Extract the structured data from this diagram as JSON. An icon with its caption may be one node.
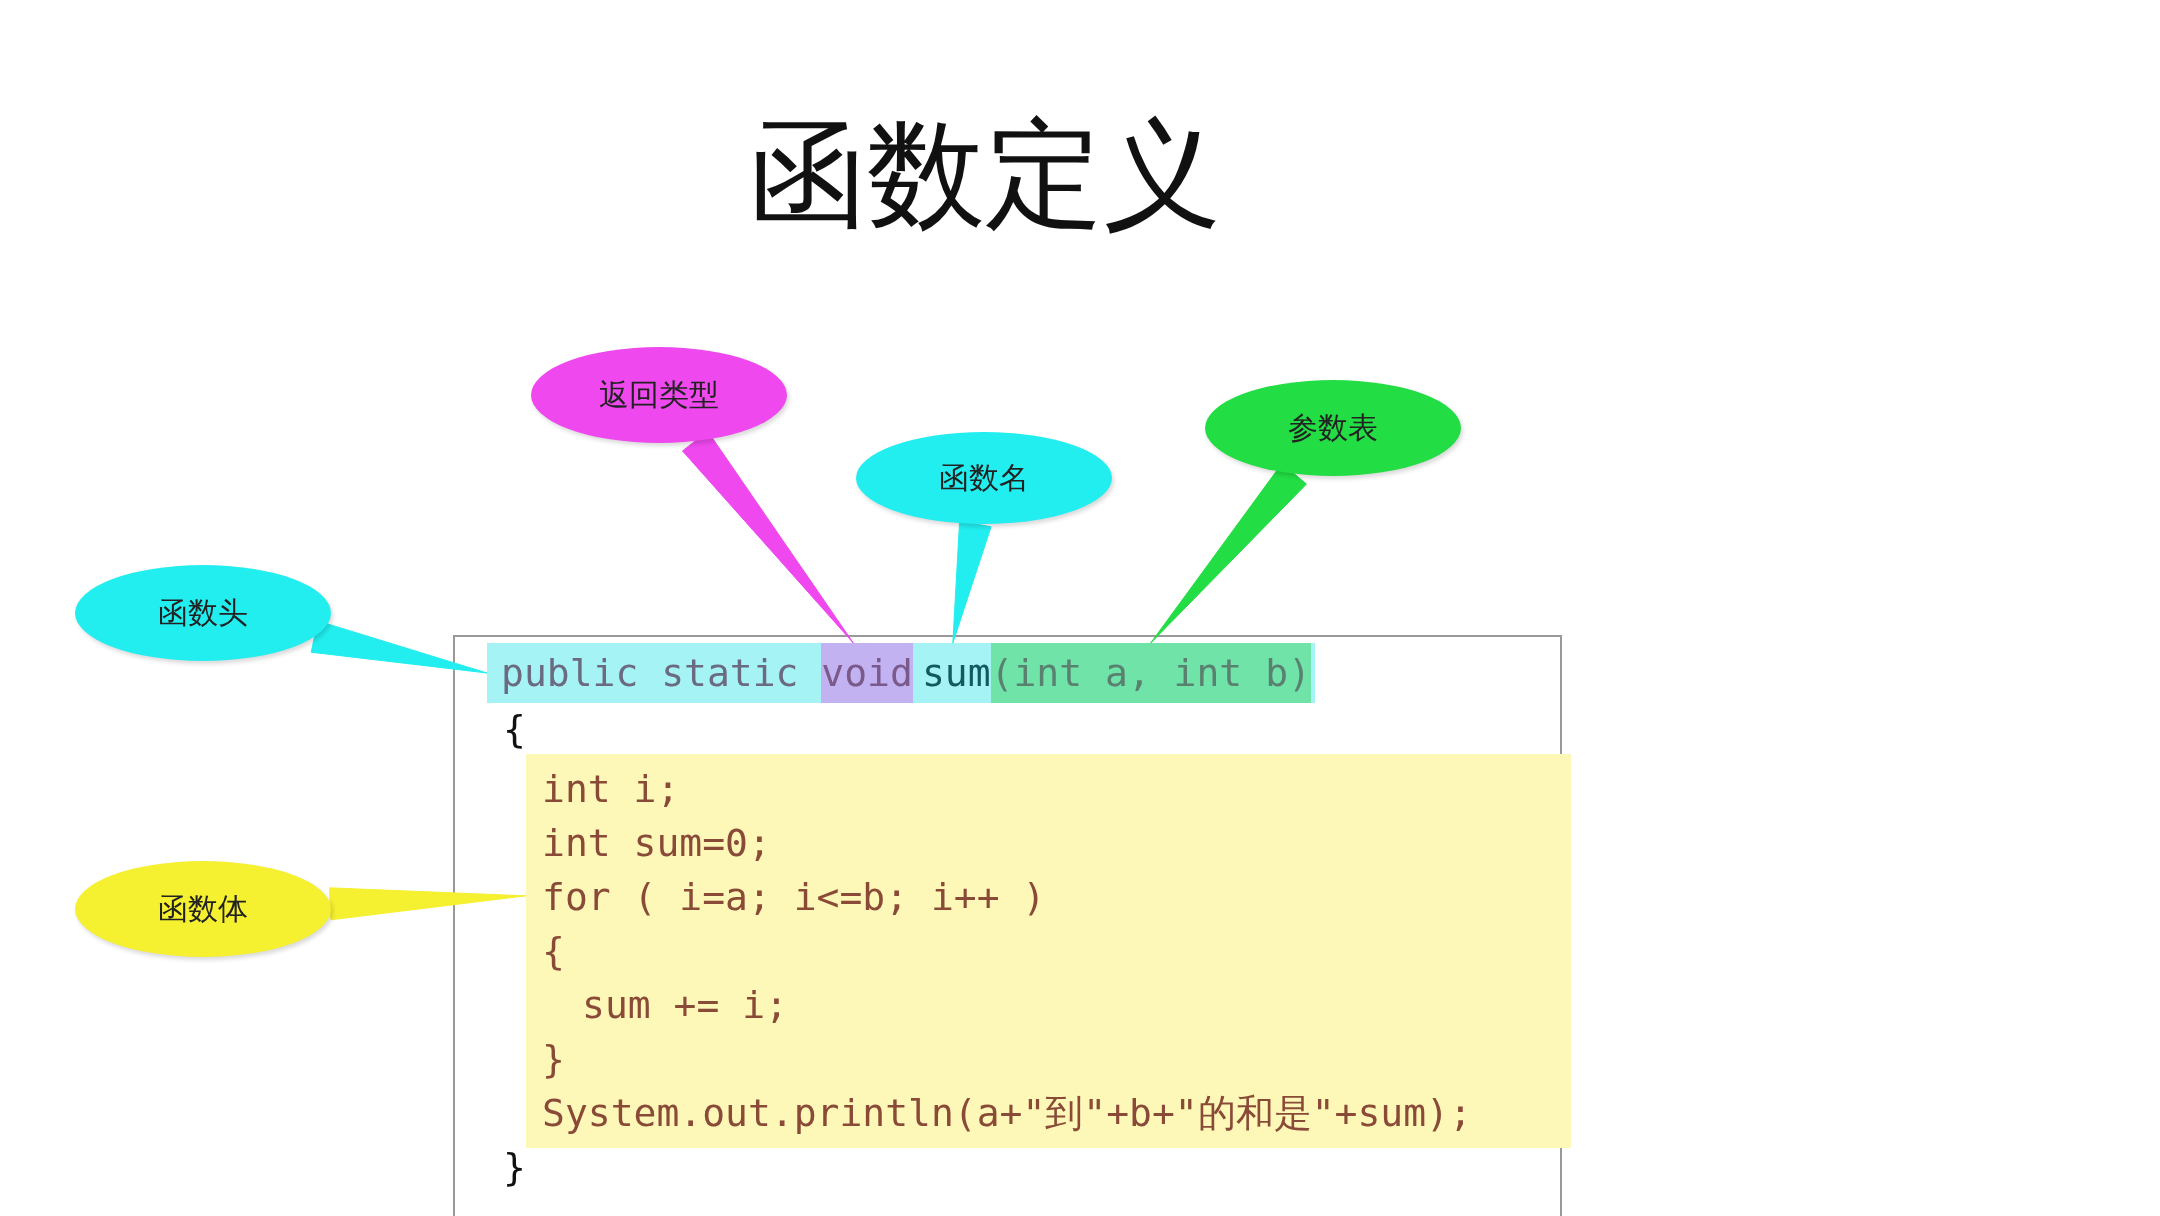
{
  "diagram": {
    "title": "函数定义",
    "nodes": [
      {
        "text": [
          "{",
          "}"
        ]
      },
      {
        "text": [
          "public static"
        ],
        "in": 0
      },
      {
        "text": [
          "void"
        ],
        "in": 1
      },
      {
        "text": [
          "sum"
        ],
        "in": 1
      },
      {
        "text": [
          "(int a, int b)"
        ],
        "in": 1
      },
      {
        "text": [
          "int i;",
          "int sum=0;",
          "for ( i=a; i<=b; i++ )",
          "{",
          "sum += i;",
          "}",
          "System.out.println(a+\"到\"+b+\"的和是\"+sum);"
        ],
        "in": 0
      },
      {
        "text": [
          "返回类型"
        ]
      },
      {
        "text": [
          "函数名"
        ]
      },
      {
        "text": [
          "参数表"
        ]
      },
      {
        "text": [
          "函数头"
        ]
      },
      {
        "text": [
          "函数体"
        ]
      }
    ],
    "edges": [
      {
        "from": 6,
        "to": 2,
        "arrow": "none"
      },
      {
        "from": 7,
        "to": 3,
        "arrow": "none"
      },
      {
        "from": 8,
        "to": 4,
        "arrow": "none"
      },
      {
        "from": 9,
        "to": 1,
        "arrow": "none"
      },
      {
        "from": 10,
        "to": 5,
        "arrow": "none"
      }
    ]
  }
}
